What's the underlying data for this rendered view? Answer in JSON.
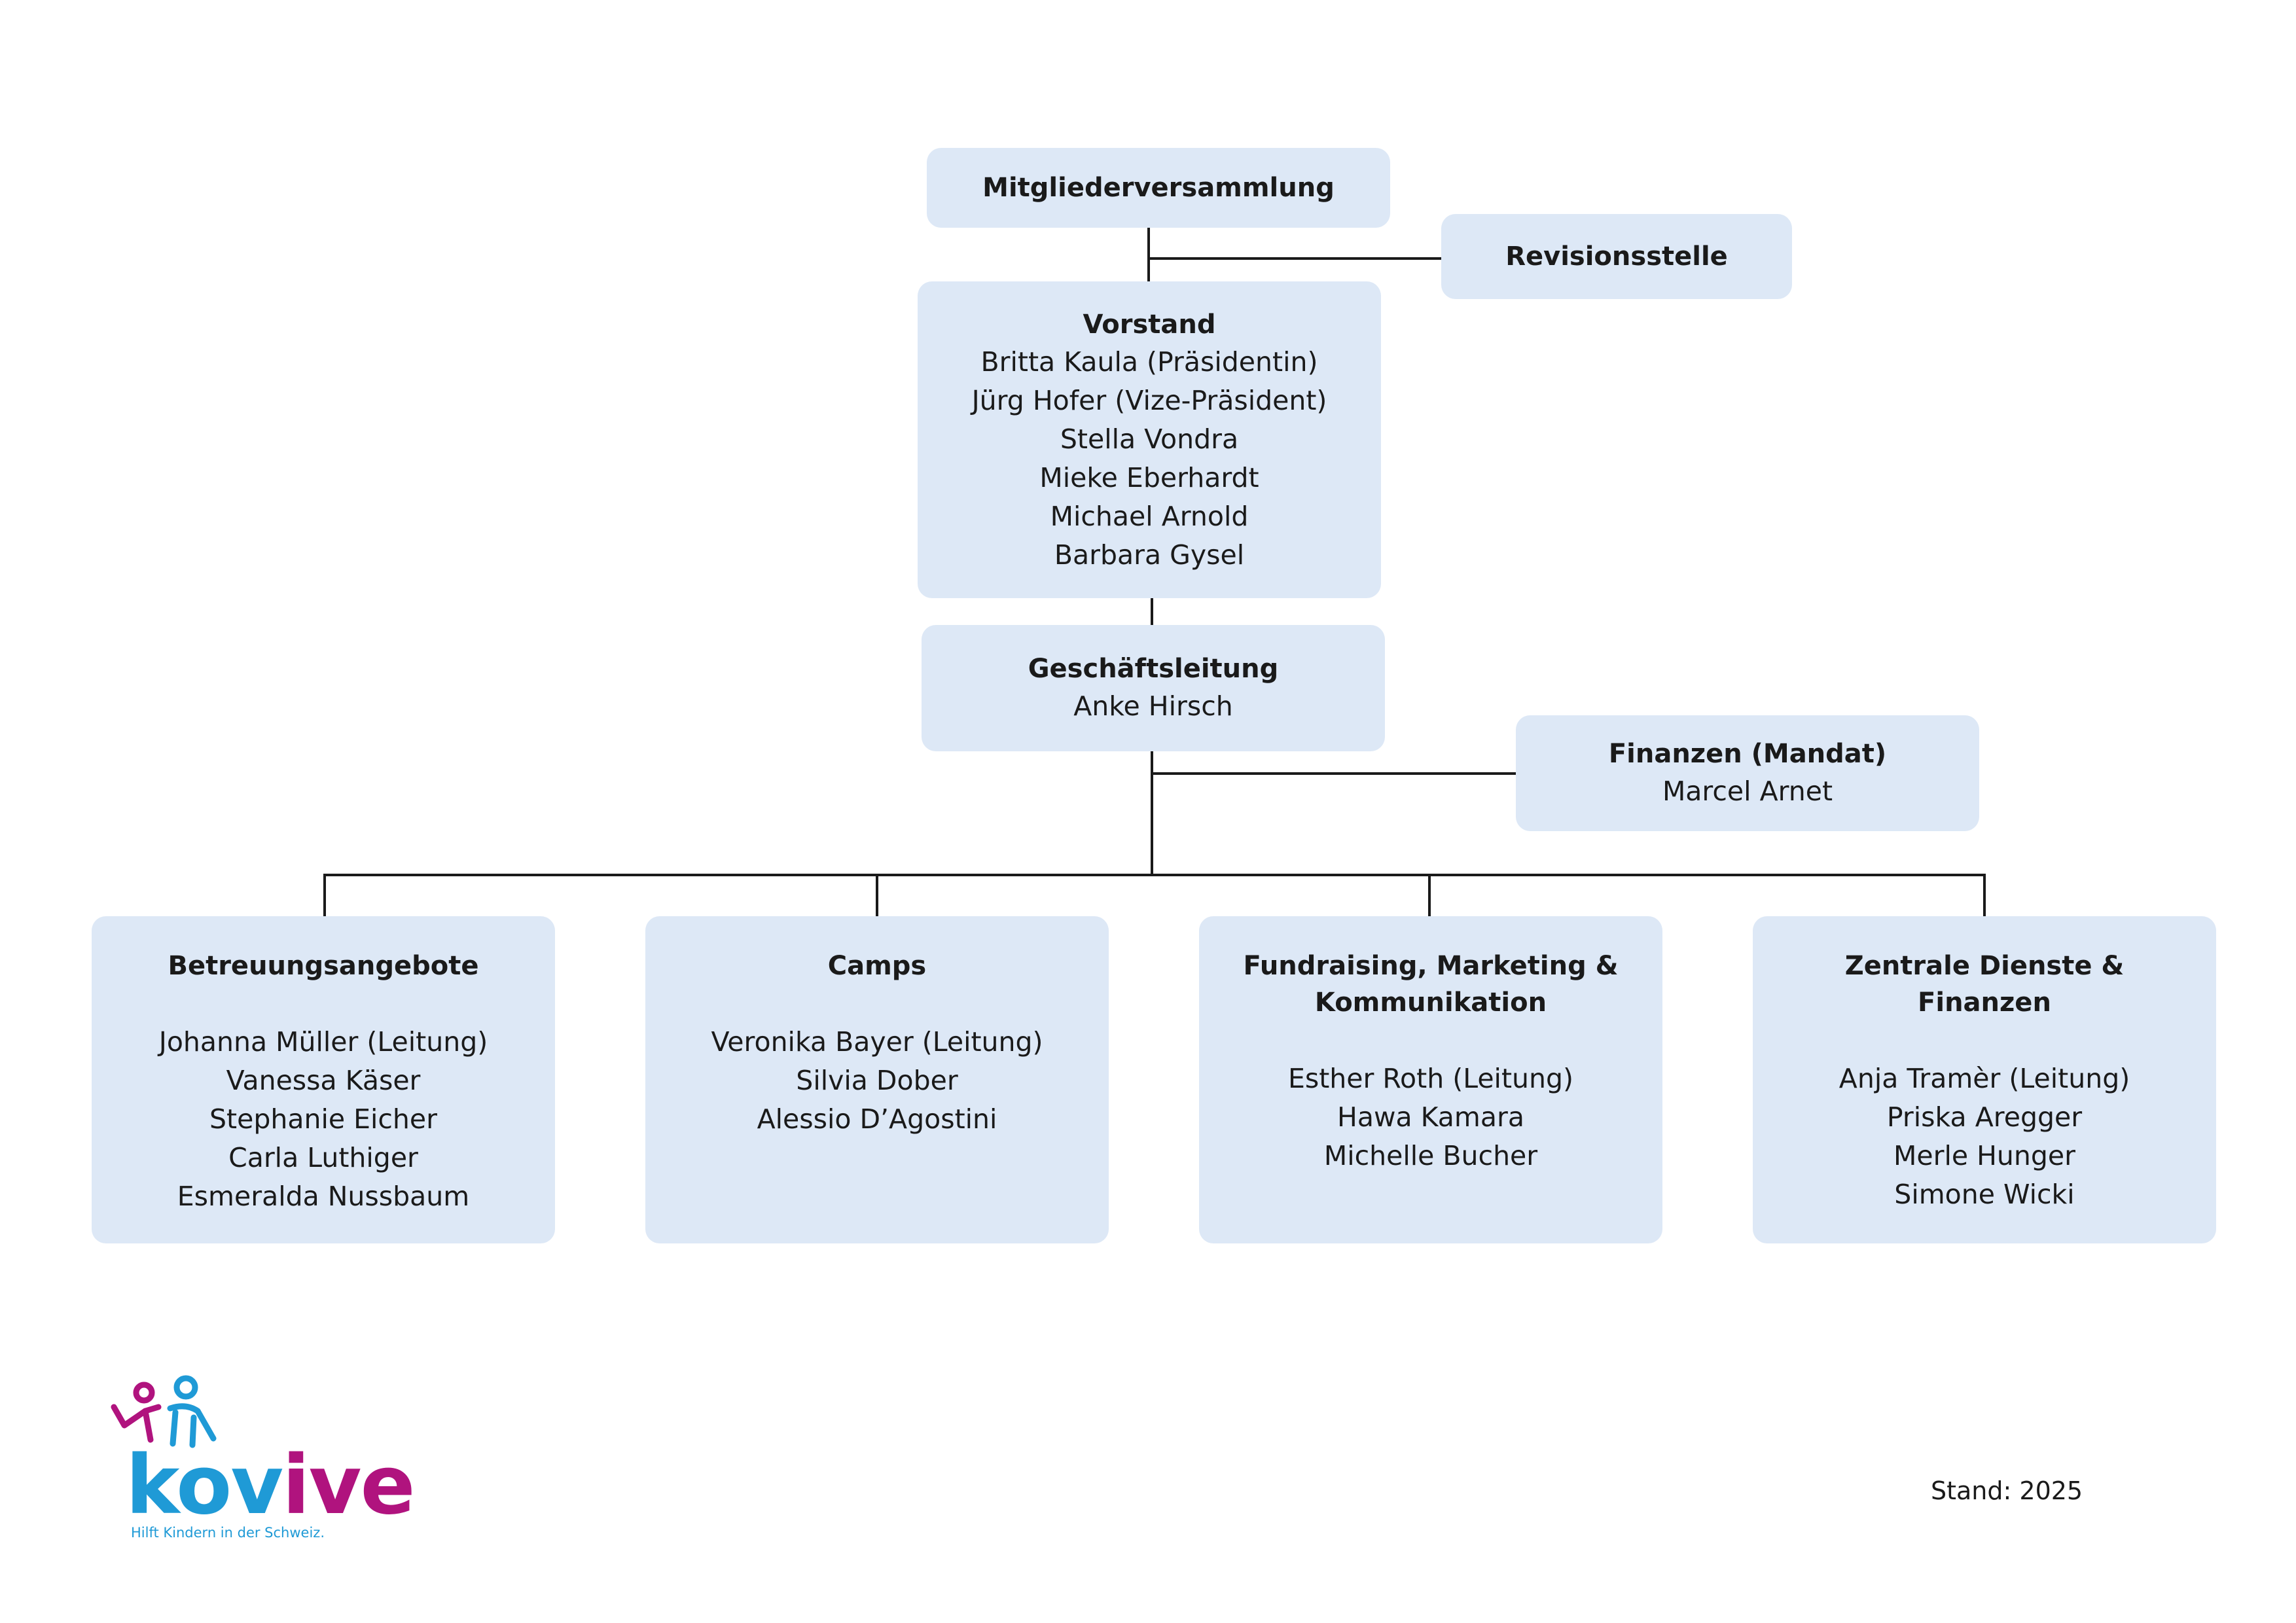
{
  "mitgliederversammlung": {
    "title": "Mitgliederversammlung"
  },
  "revisionsstelle": {
    "title": "Revisionsstelle"
  },
  "vorstand": {
    "title": "Vorstand",
    "members": [
      "Britta Kaula (Präsidentin)",
      "Jürg Hofer (Vize-Präsident)",
      "Stella Vondra",
      "Mieke Eberhardt",
      "Michael Arnold",
      "Barbara Gysel"
    ]
  },
  "geschaeftsleitung": {
    "title": "Geschäftsleitung",
    "members": [
      "Anke Hirsch"
    ]
  },
  "finanzen_mandat": {
    "title": "Finanzen (Mandat)",
    "members": [
      "Marcel Arnet"
    ]
  },
  "departments": [
    {
      "title": "Betreuungsangebote",
      "members": [
        "Johanna Müller (Leitung)",
        "Vanessa Käser",
        "Stephanie Eicher",
        "Carla Luthiger",
        "Esmeralda Nussbaum"
      ]
    },
    {
      "title": "Camps",
      "members": [
        "Veronika Bayer (Leitung)",
        "Silvia Dober",
        "Alessio D’Agostini"
      ]
    },
    {
      "title": "Fundraising, Marketing &\nKommunikation",
      "members": [
        "Esther Roth (Leitung)",
        "Hawa Kamara",
        "Michelle Bucher"
      ]
    },
    {
      "title": "Zentrale Dienste &\nFinanzen",
      "members": [
        "Anja Tramèr (Leitung)",
        "Priska Aregger",
        "Merle Hunger",
        "Simone Wicki"
      ]
    }
  ],
  "logo": {
    "word_part1": "kov",
    "word_part2": "ive",
    "tagline": "Hilft Kindern in der Schweiz.",
    "colors": {
      "blue": "#1f9ad6",
      "magenta": "#b0137e"
    }
  },
  "footer": {
    "stand": "Stand: 2025"
  },
  "colors": {
    "box_fill": "#dde8f6",
    "line": "#1a1a1a"
  }
}
